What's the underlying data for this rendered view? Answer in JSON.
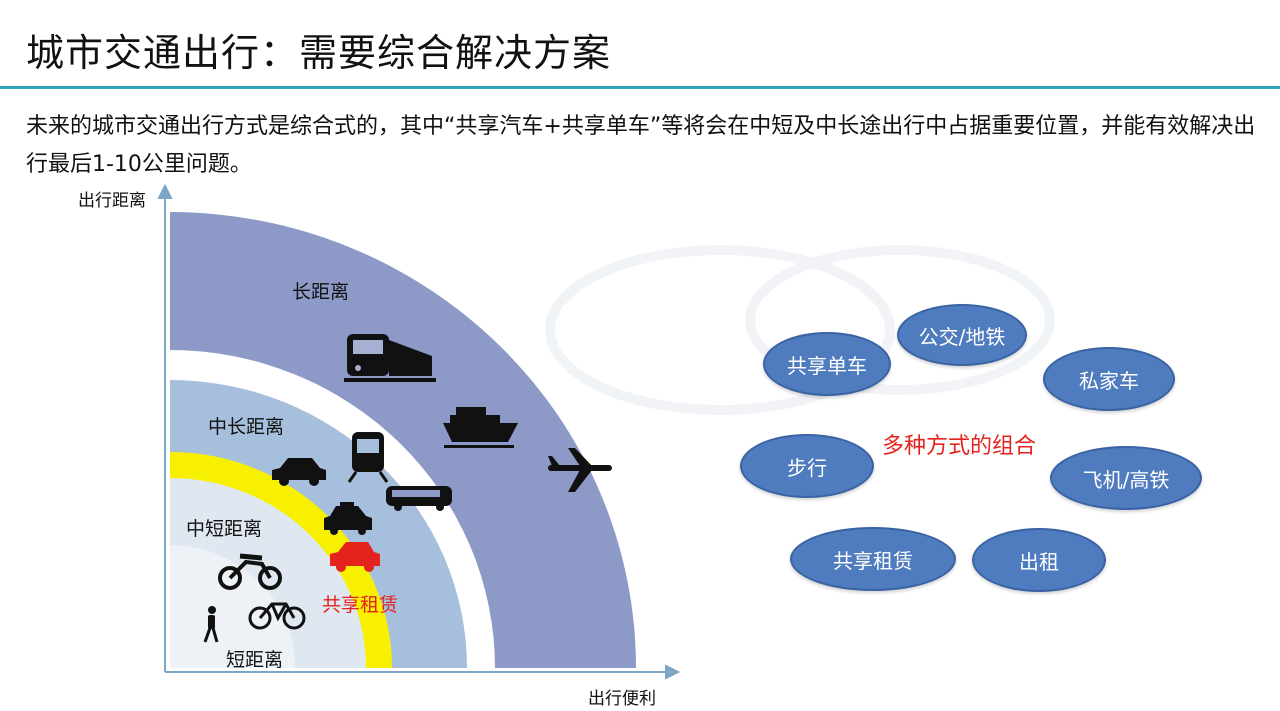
{
  "title": "城市交通出行：需要综合解决方案",
  "intro": "未来的城市交通出行方式是综合式的，其中“共享汽车+共享单车”等将会在中短及中长途出行中占据重要位置，并能有效解决出行最后1-10公里问题。",
  "diagram": {
    "y_axis": "出行距离",
    "x_axis": "出行便利",
    "zones": {
      "long": "长距离",
      "mid_long": "中长距离",
      "mid_short": "中短距离",
      "short": "短距离"
    },
    "shared_rental": "共享租赁",
    "colors": {
      "long": "#8d99c7",
      "mid_long": "#a6bfdc",
      "yellow_band": "#f7f000",
      "mid_short": "#dfe8f1",
      "accent": "#e5231e",
      "bubble": "#4f7bbf"
    },
    "vehicle_icons": [
      "train-icon",
      "ship-icon",
      "airplane-icon",
      "subway-icon",
      "car-icon",
      "bus-icon",
      "taxi-icon",
      "red-car-icon",
      "motorcycle-icon",
      "bicycle-icon",
      "pedestrian-icon"
    ]
  },
  "combination": {
    "label": "多种方式的组合",
    "modes": [
      "共享单车",
      "公交/地铁",
      "私家车",
      "步行",
      "飞机/高铁",
      "共享租赁",
      "出租"
    ]
  }
}
